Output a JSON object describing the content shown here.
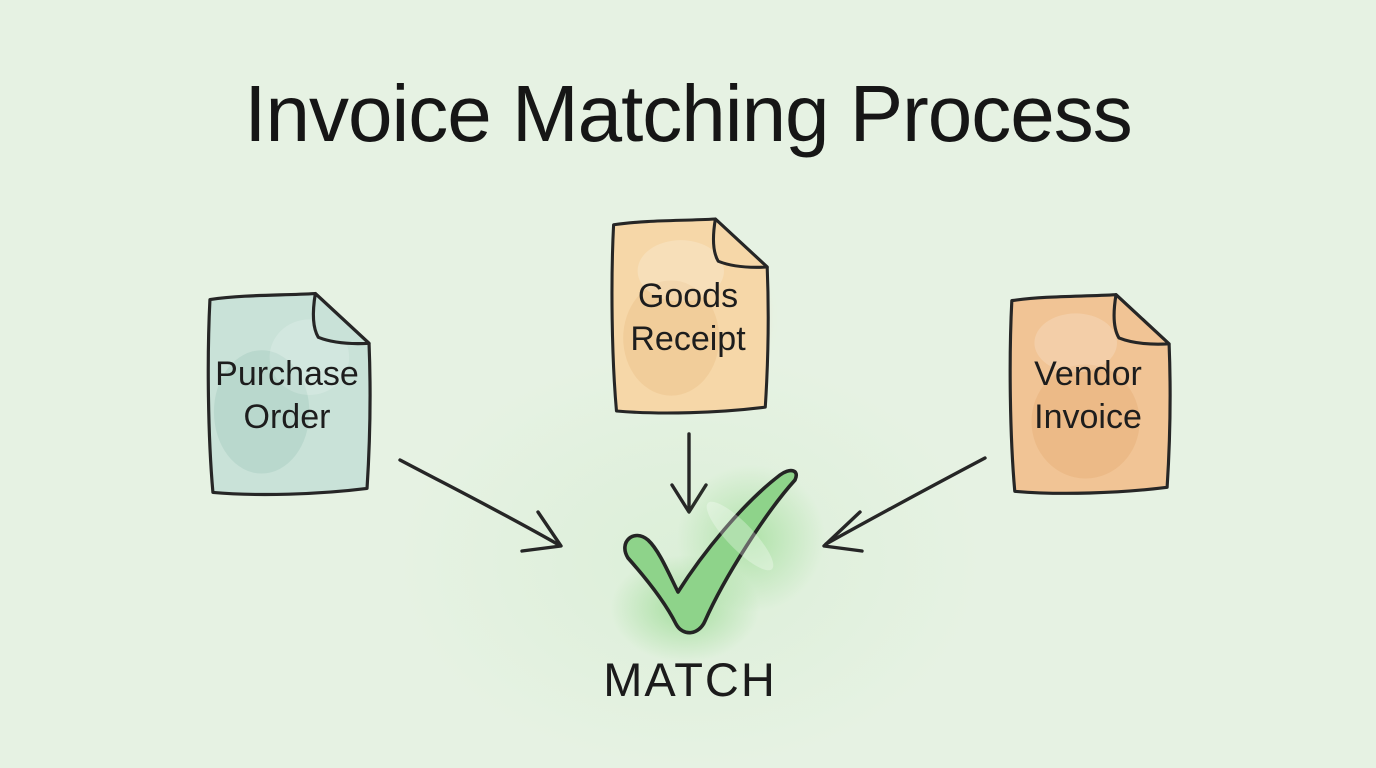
{
  "title": "Invoice Matching Process",
  "colors": {
    "background": "#e6f2e3",
    "ink": "#262626",
    "purchase_order_fill": "#c9e2d8",
    "goods_receipt_fill": "#f6d7a8",
    "vendor_invoice_fill": "#f1c495",
    "check_green": "#8ed38a",
    "glow_green": "#6ecd64"
  },
  "documents": [
    {
      "id": "purchase-order",
      "label_lines": [
        "Purchase",
        "Order"
      ],
      "fill": "#c9e2d8"
    },
    {
      "id": "goods-receipt",
      "label_lines": [
        "Goods",
        "Receipt"
      ],
      "fill": "#f6d7a8"
    },
    {
      "id": "vendor-invoice",
      "label_lines": [
        "Vendor",
        "Invoice"
      ],
      "fill": "#f1c495"
    }
  ],
  "arrows": [
    {
      "from": "Purchase Order",
      "to": "Match"
    },
    {
      "from": "Goods Receipt",
      "to": "Match"
    },
    {
      "from": "Vendor Invoice",
      "to": "Match"
    }
  ],
  "result": {
    "icon": "checkmark-icon",
    "label": "MATCH"
  }
}
